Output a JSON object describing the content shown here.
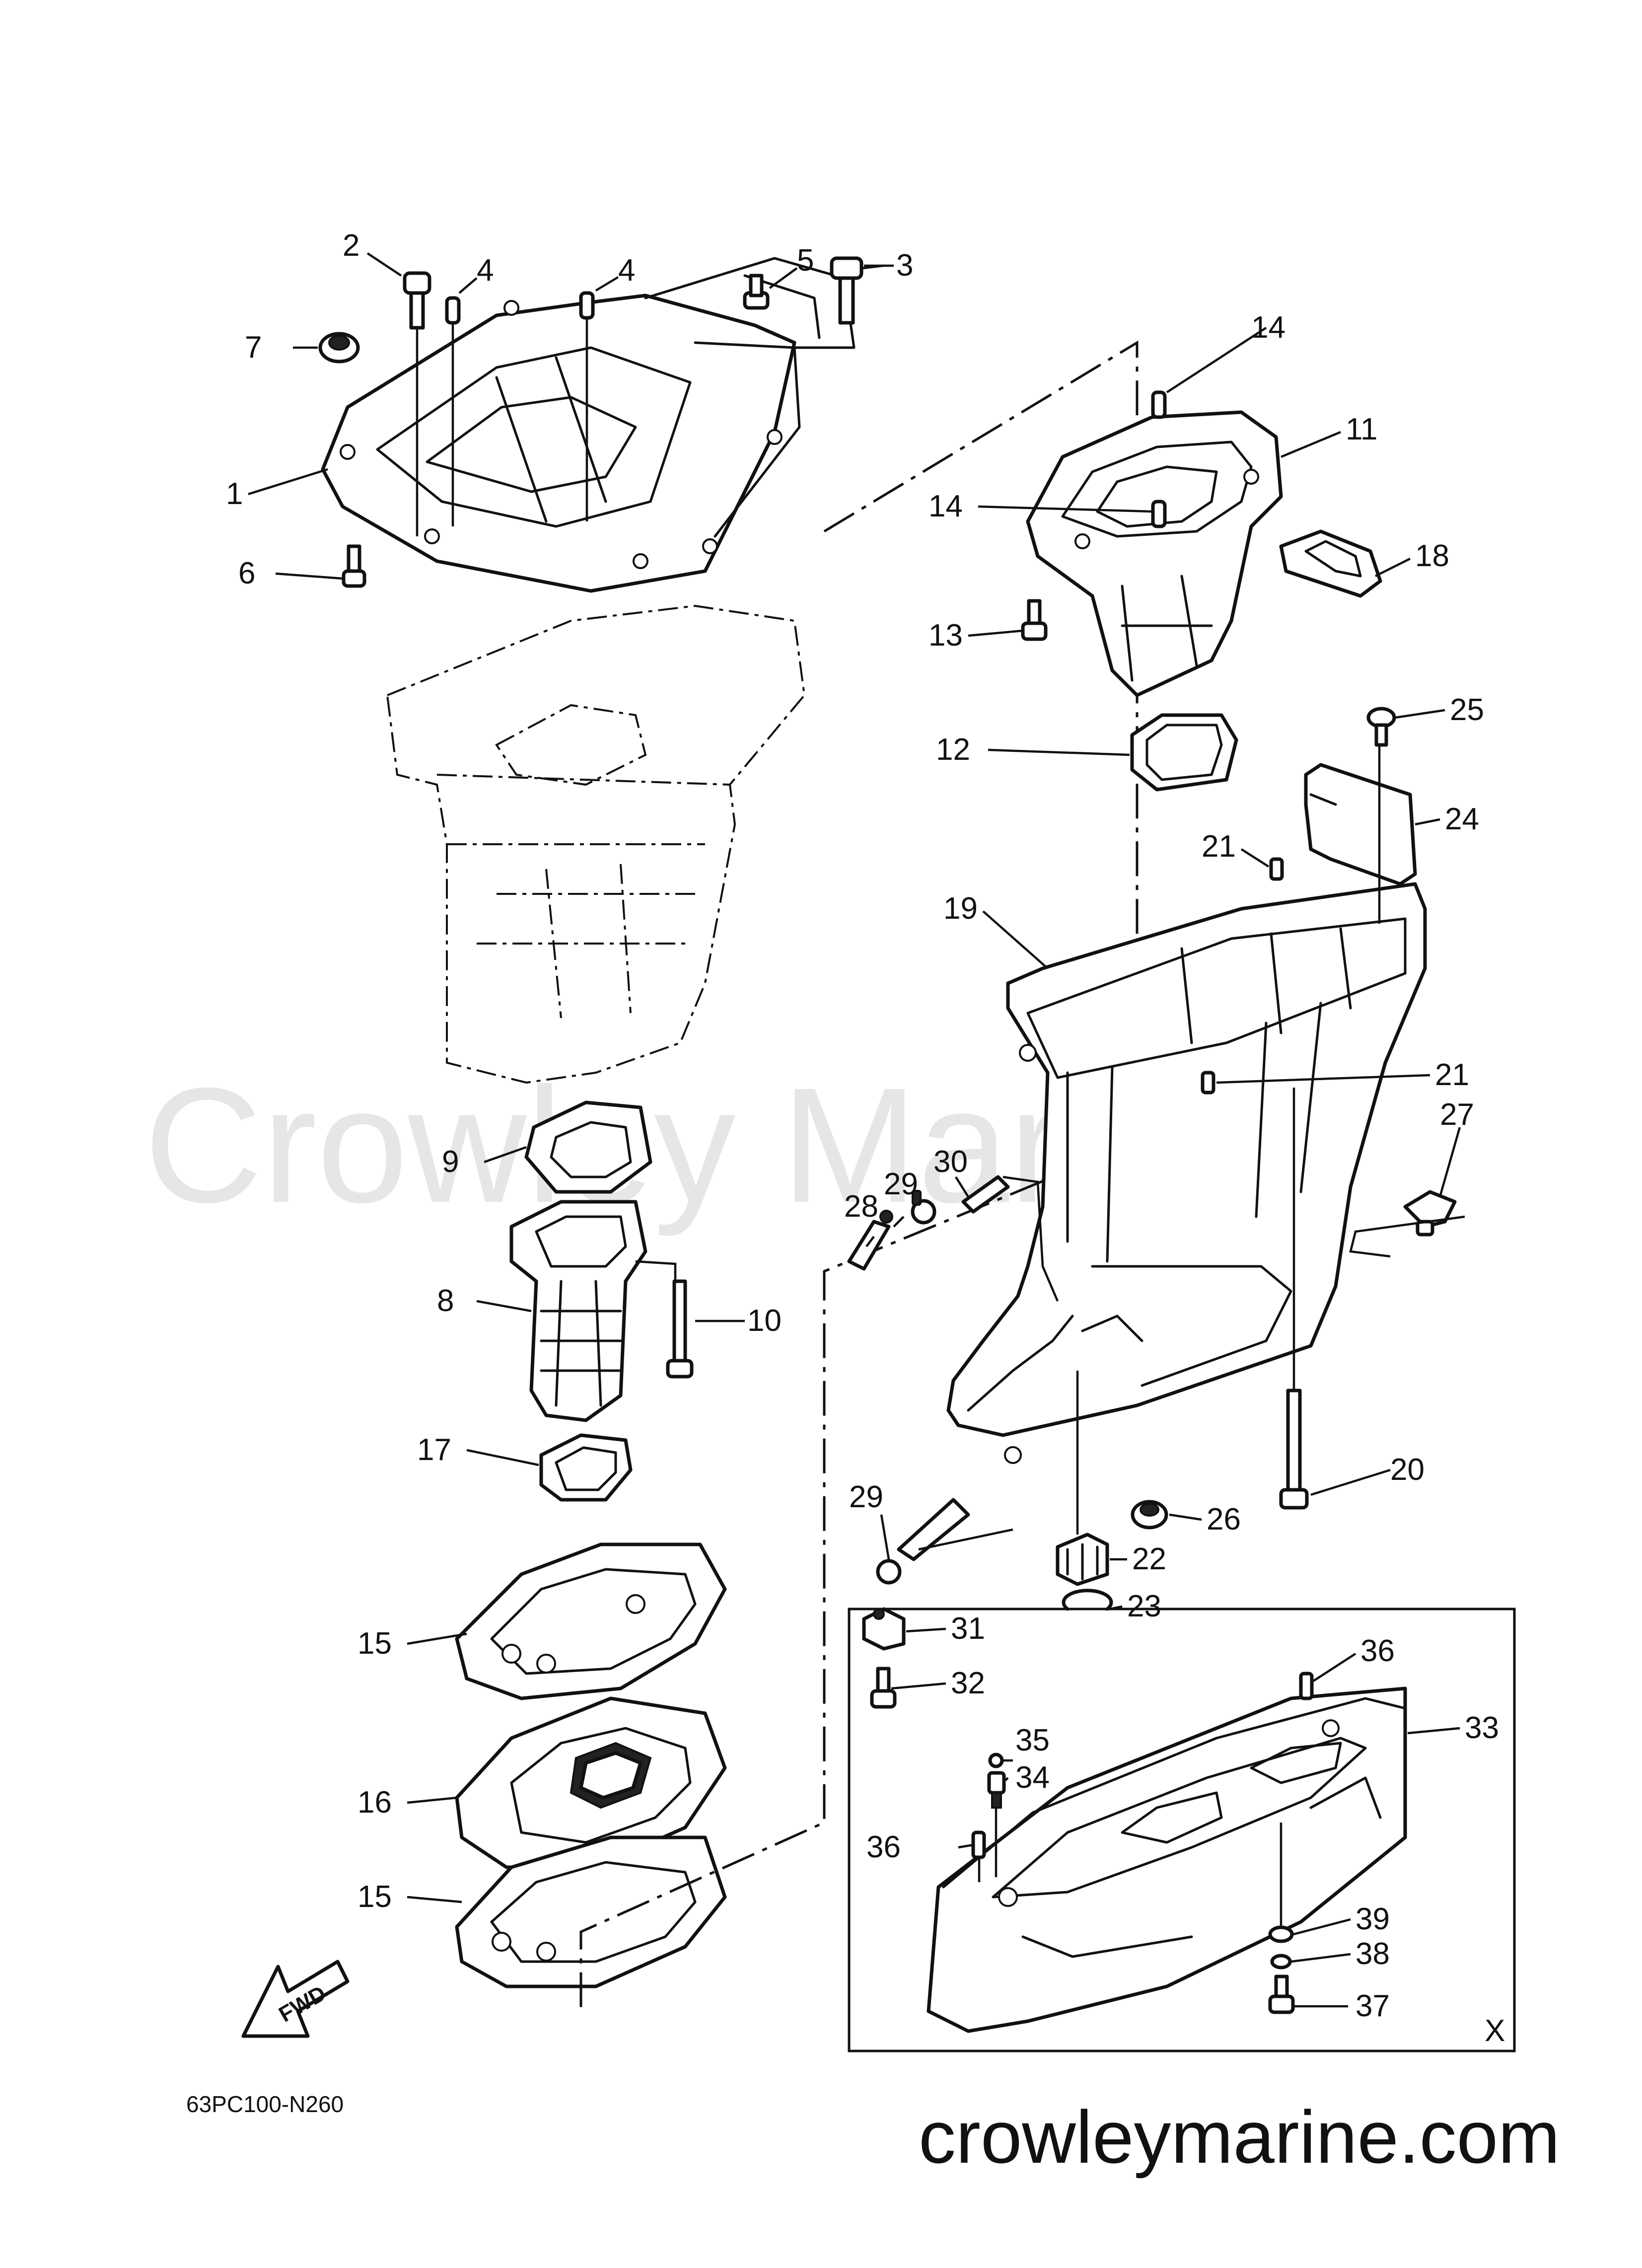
{
  "watermark": "Crowley Marine",
  "footer_url": "crowleymarine.com",
  "diagram_code": "63PC100-N260",
  "fwd_label": "FWD",
  "box_label": "X",
  "callouts": [
    "1",
    "2",
    "3",
    "4",
    "4",
    "5",
    "6",
    "7",
    "8",
    "9",
    "10",
    "11",
    "12",
    "13",
    "14",
    "14",
    "15",
    "15",
    "16",
    "17",
    "18",
    "19",
    "20",
    "21",
    "21",
    "22",
    "23",
    "24",
    "25",
    "26",
    "27",
    "28",
    "29",
    "29",
    "30",
    "31",
    "32",
    "33",
    "34",
    "35",
    "36",
    "36",
    "37",
    "38",
    "39"
  ]
}
